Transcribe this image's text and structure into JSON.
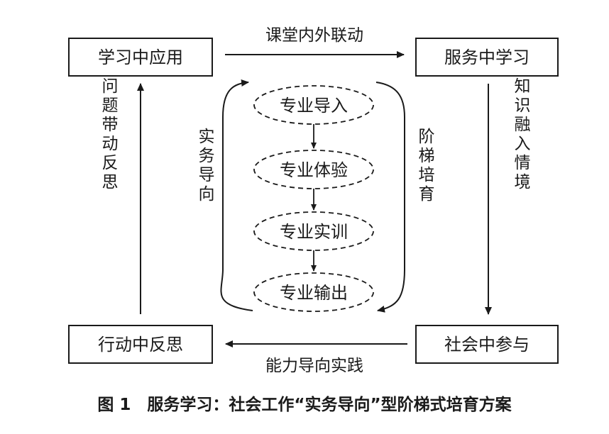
{
  "boxes": {
    "top_left": "学习中应用",
    "top_right": "服务中学习",
    "bottom_left": "行动中反思",
    "bottom_right": "社会中参与"
  },
  "edges": {
    "top": "课堂内外联动",
    "bottom": "能力导向实践",
    "left_vertical": "问题带动反思",
    "right_vertical": "知识融入情境",
    "inner_left_vertical": "实务导向",
    "inner_right_vertical": "阶梯培育"
  },
  "stages": [
    "专业导入",
    "专业体验",
    "专业实训",
    "专业输出"
  ],
  "caption": "图 1　服务学习：社会工作“实务导向”型阶梯式培育方案"
}
